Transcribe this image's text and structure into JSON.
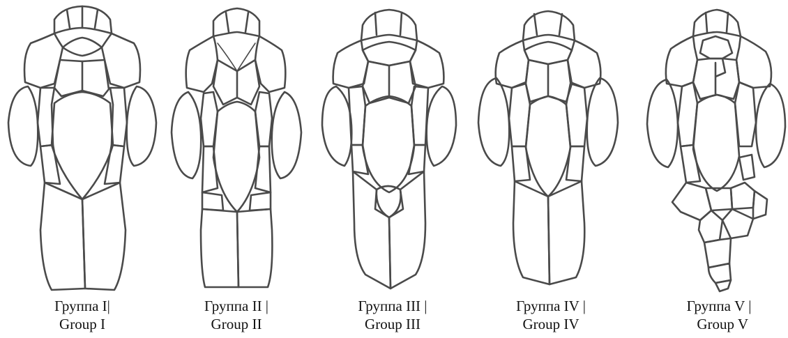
{
  "figure": {
    "groups": [
      {
        "line1": "Группа I|",
        "line2": "Group I"
      },
      {
        "line1": "Группа II |",
        "line2": "Group II"
      },
      {
        "line1": "Группа III |",
        "line2": "Group III"
      },
      {
        "line1": "Группа IV |",
        "line2": "Group IV"
      },
      {
        "line1": "Группа V |",
        "line2": "  Group V"
      }
    ],
    "stroke_color": "#4a4a4a"
  }
}
